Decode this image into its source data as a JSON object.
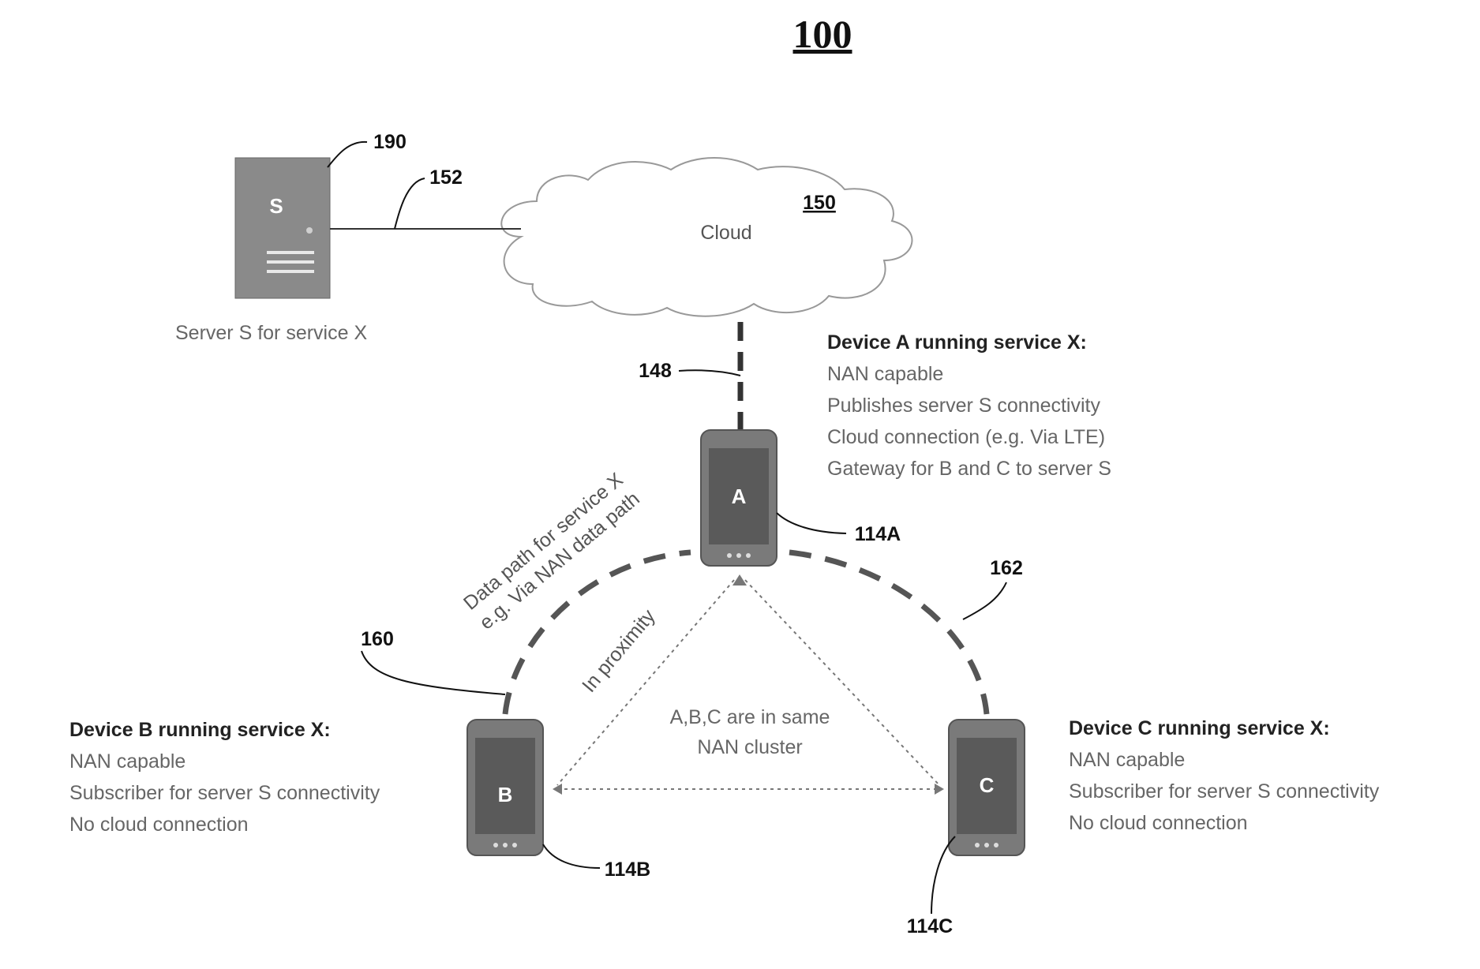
{
  "figure": {
    "number": "100"
  },
  "cloud": {
    "label": "Cloud",
    "ref": "150"
  },
  "server": {
    "letter": "S",
    "ref": "190",
    "caption": "Server S for service X"
  },
  "links": {
    "server_cloud_ref": "152",
    "cloud_a_ref": "148",
    "a_c_ref": "162",
    "b_a_ref": "160",
    "data_path_line1": "Data path for service X",
    "data_path_line2": "e.g. Via NAN data path",
    "proximity": "In proximity",
    "cluster_line1": "A,B,C are in same",
    "cluster_line2": "NAN cluster"
  },
  "devices": {
    "a": {
      "letter": "A",
      "ref": "114A",
      "title": "Device A running service X:",
      "lines": [
        "NAN capable",
        "Publishes server S connectivity",
        "Cloud connection (e.g. Via LTE)",
        "Gateway for B and C to server S"
      ]
    },
    "b": {
      "letter": "B",
      "ref": "114B",
      "title": "Device B running service X:",
      "lines": [
        "NAN capable",
        "Subscriber for server S connectivity",
        "No cloud connection"
      ]
    },
    "c": {
      "letter": "C",
      "ref": "114C",
      "title": "Device C running service X:",
      "lines": [
        "NAN capable",
        "Subscriber for server S connectivity",
        "No cloud connection"
      ]
    }
  },
  "colors": {
    "device_fill": "#7a7a7a",
    "server_fill": "#8a8a8a",
    "line": "#111111",
    "dashed": "#666666"
  }
}
